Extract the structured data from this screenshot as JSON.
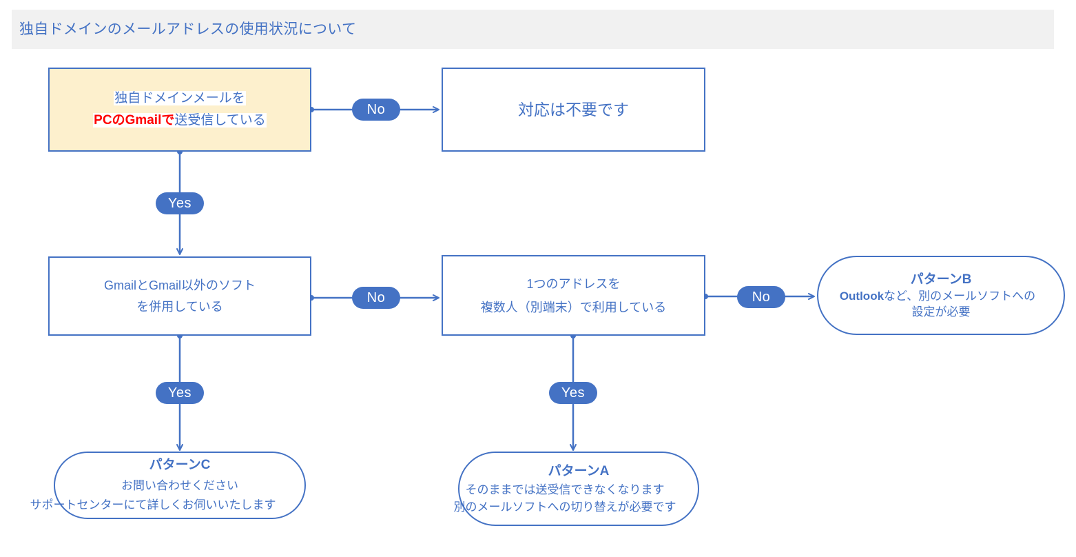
{
  "header": {
    "title": "独自ドメインのメールアドレスの使用状況について",
    "band_color": "#f1f1f1"
  },
  "theme": {
    "accent": "#4472c4",
    "highlight_fill": "#fdf0cd",
    "emphasis_text": "#ff0000",
    "text": "#4472c4",
    "page_background": "#ffffff"
  },
  "nodes": {
    "q1": {
      "line1": "独自ドメインメールを",
      "line2_red": "PCのGmailで",
      "line2_rest": "送受信している"
    },
    "nothing_needed": {
      "text": "対応は不要です"
    },
    "q2": {
      "line1": "GmailとGmail以外のソフト",
      "line2": "を併用している"
    },
    "q3": {
      "line1": "1つのアドレスを",
      "line2": "複数人（別端末）で利用している"
    },
    "pattern_b": {
      "title": "パターンB",
      "line1_bold": "Outlook",
      "line1_rest": "など、別のメールソフトへの",
      "line2": "設定が必要"
    },
    "pattern_c": {
      "title": "パターンC",
      "line1": "お問い合わせください",
      "line2": "サポートセンターにて詳しくお伺いいたします"
    },
    "pattern_a": {
      "title": "パターンA",
      "line1": "そのままでは送受信できなくなります",
      "line2": "別のメールソフトへの切り替えが必要です"
    }
  },
  "edges": {
    "no_1": "No",
    "yes_1": "Yes",
    "no_2": "No",
    "yes_2": "Yes",
    "no_3": "No",
    "yes_3": "Yes"
  },
  "chart_data": {
    "type": "diagram",
    "title": "独自ドメインのメールアドレスの使用状況について",
    "nodes": [
      {
        "id": "q1",
        "kind": "decision-box",
        "text": "独自ドメインメールを PCのGmailで送受信している"
      },
      {
        "id": "nothing",
        "kind": "box",
        "text": "対応は不要です"
      },
      {
        "id": "q2",
        "kind": "decision-box",
        "text": "GmailとGmail以外のソフトを併用している"
      },
      {
        "id": "q3",
        "kind": "decision-box",
        "text": "1つのアドレスを複数人（別端末）で利用している"
      },
      {
        "id": "patternB",
        "kind": "stadium",
        "text": "パターンB Outlookなど、別のメールソフトへの設定が必要"
      },
      {
        "id": "patternC",
        "kind": "stadium",
        "text": "パターンC お問い合わせください サポートセンターにて詳しくお伺いいたします"
      },
      {
        "id": "patternA",
        "kind": "stadium",
        "text": "パターンA そのままでは送受信できなくなります 別のメールソフトへの切り替えが必要です"
      }
    ],
    "edges": [
      {
        "from": "q1",
        "to": "nothing",
        "label": "No"
      },
      {
        "from": "q1",
        "to": "q2",
        "label": "Yes"
      },
      {
        "from": "q2",
        "to": "q3",
        "label": "No"
      },
      {
        "from": "q2",
        "to": "patternC",
        "label": "Yes"
      },
      {
        "from": "q3",
        "to": "patternB",
        "label": "No"
      },
      {
        "from": "q3",
        "to": "patternA",
        "label": "Yes"
      }
    ]
  }
}
